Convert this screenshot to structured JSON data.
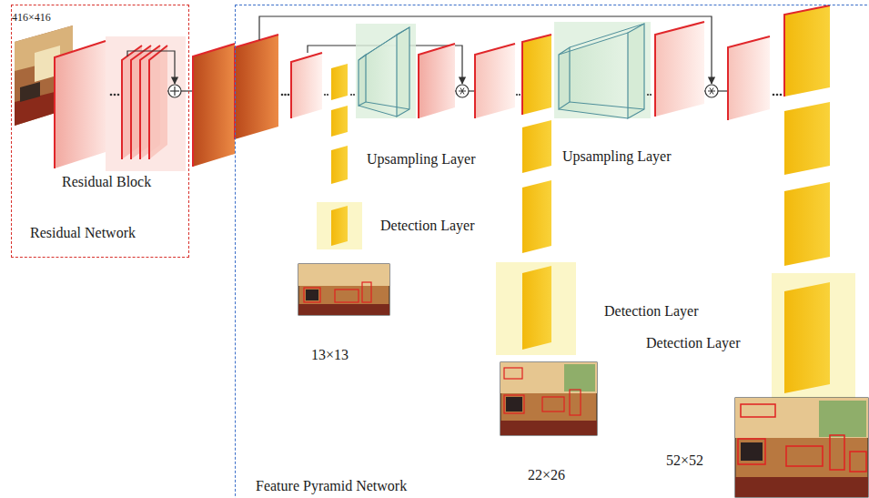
{
  "diagram": {
    "nodes": [
      {
        "text": [
          "Residual Network"
        ]
      },
      {
        "text": [
          "Feature Pyramid Network"
        ]
      }
    ],
    "labels": [
      "416×416",
      "Residual Block",
      "Upsampling Layer",
      "Upsampling Layer",
      "Detection Layer",
      "Detection Layer",
      "Detection Layer",
      "13×13",
      "22×26",
      "52×52"
    ]
  }
}
